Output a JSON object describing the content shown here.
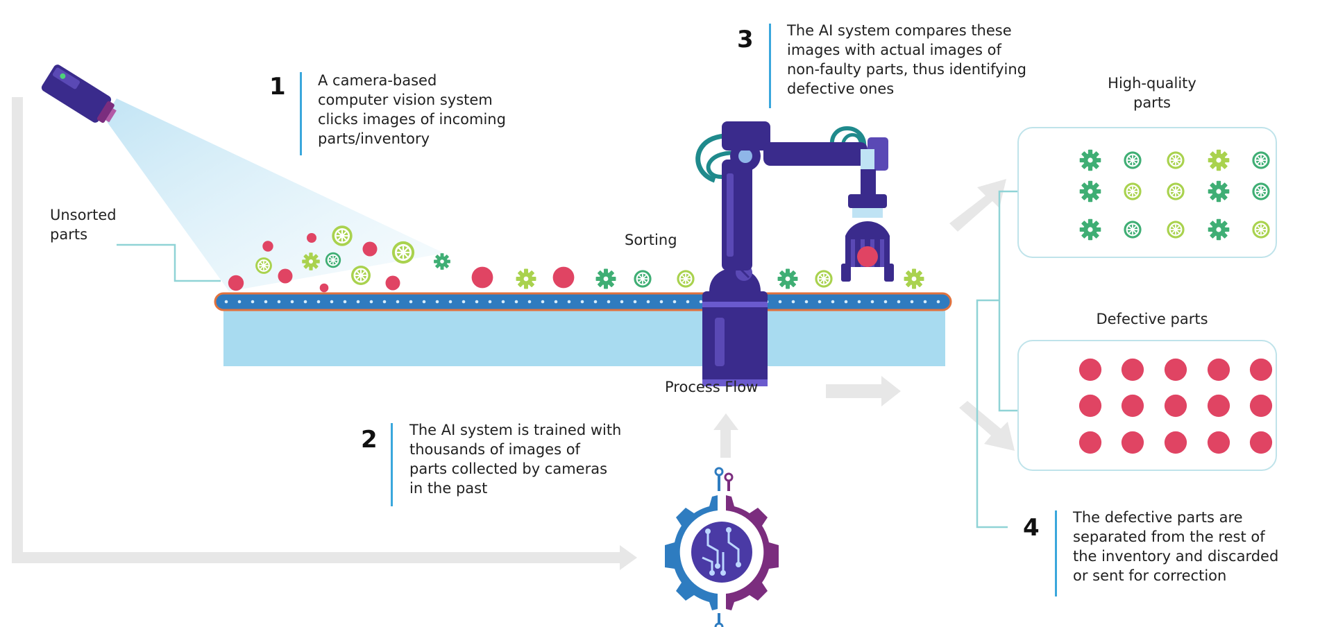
{
  "steps": [
    {
      "number": "1",
      "lines": [
        "A camera-based",
        "computer vision system",
        "clicks images of incoming",
        "parts/inventory"
      ]
    },
    {
      "number": "2",
      "lines": [
        "The AI system is trained with",
        "thousands of images of",
        "parts collected by cameras",
        "in the past"
      ]
    },
    {
      "number": "3",
      "lines": [
        "The AI system compares these",
        "images with actual images of",
        "non-faulty parts, thus identifying",
        "defective ones"
      ]
    },
    {
      "number": "4",
      "lines": [
        "The defective parts are",
        "separated from the rest of",
        "the inventory and discarded",
        "or sent for correction"
      ]
    }
  ],
  "labels": {
    "unsorted": [
      "Unsorted",
      "parts"
    ],
    "sorting": "Sorting",
    "process_flow": "Process Flow",
    "high_quality": [
      "High-quality",
      "parts"
    ],
    "defective": "Defective parts"
  },
  "colors": {
    "accent_bar": "#3aa7dc",
    "good_dark": "#3fae74",
    "good_light": "#a9d24e",
    "defective": "#e04463",
    "robot": "#3a2b8c",
    "belt": "#2f7bbf",
    "belt_bed": "#a8dbf0",
    "panel_border": "#bfe3ea",
    "arrow": "#e7e7e7",
    "gear_blue": "#2e7cc0",
    "gear_purple": "#7b2d7e"
  },
  "icons": [
    "camera-icon",
    "robot-arm-icon",
    "ai-gear-icon",
    "gear-part-icon",
    "wheel-part-icon",
    "defective-part-icon"
  ]
}
